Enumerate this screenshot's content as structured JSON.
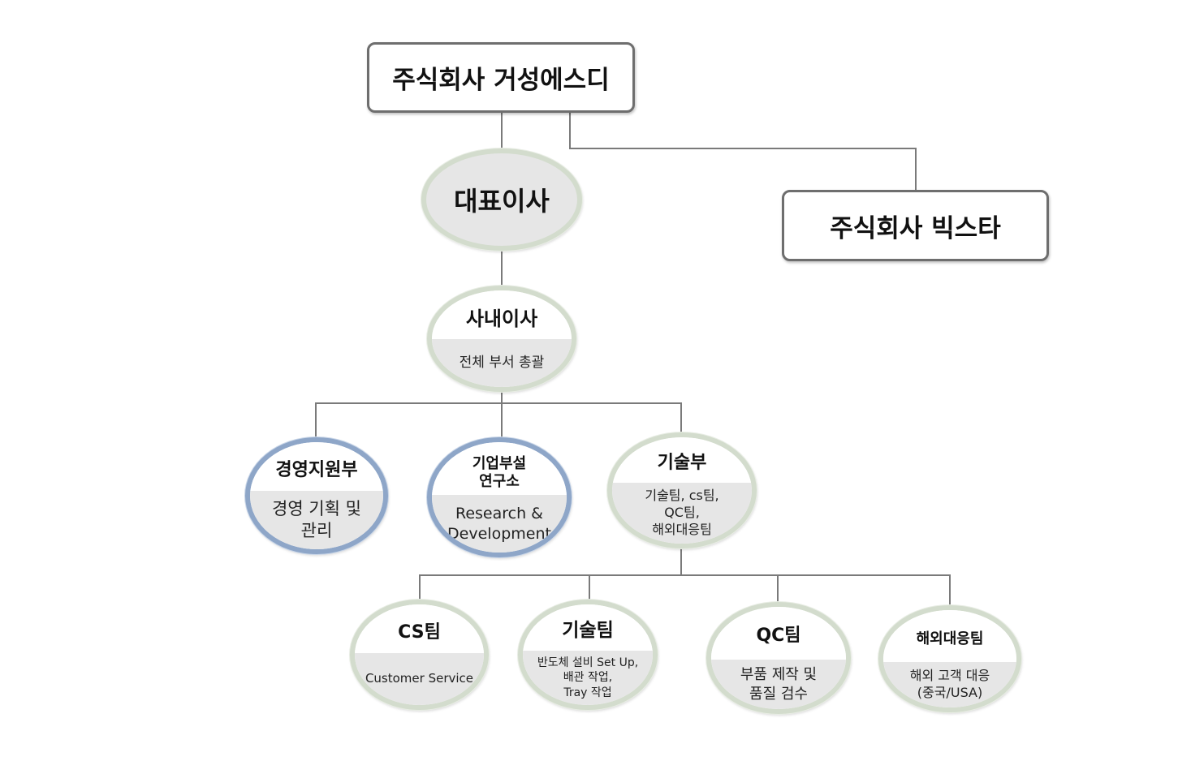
{
  "company": "주식회사 거성에스디",
  "sister_company": "주식회사 빅스타",
  "ceo": "대표이사",
  "director": {
    "title": "사내이사",
    "desc": "전체 부서 총괄"
  },
  "departments": [
    {
      "title": "경영지원부",
      "desc": "경영 기획 및\n관리"
    },
    {
      "title": "기업부설\n연구소",
      "desc": "Research &\nDevelopment"
    },
    {
      "title": "기술부",
      "desc": "기술팀, cs팀,\nQC팀,\n해외대응팀"
    }
  ],
  "teams": [
    {
      "title": "CS팀",
      "desc": "Customer Service"
    },
    {
      "title": "기술팀",
      "desc": "반도체 설비 Set Up,\n배관 작업,\nTray 작업"
    },
    {
      "title": "QC팀",
      "desc": "부품 제작 및\n품질 검수"
    },
    {
      "title": "해외대응팀",
      "desc": "해외 고객 대응\n(중국/USA)"
    }
  ],
  "colors": {
    "line": "#777777",
    "oval_border": "#d3dccd",
    "oval_blue_border": "#8ea6c8",
    "fill": "#e6e6e6"
  }
}
